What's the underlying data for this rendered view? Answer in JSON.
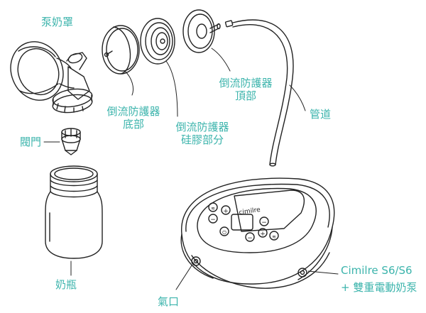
{
  "colors": {
    "label": "#3cb4ac",
    "line": "#222222"
  },
  "labels": {
    "flange": "泵奶罩",
    "backflow_bottom": [
      "倒流防護器",
      "底部"
    ],
    "backflow_silicone": [
      "倒流防護器",
      "硅膠部分"
    ],
    "backflow_top": [
      "倒流防護器",
      "頂部"
    ],
    "tubing": "管道",
    "valve": "閥門",
    "bottle": "奶瓶",
    "air_port": "氣口",
    "pump_model": [
      "Cimilre S6/S6",
      "+ 雙重電動奶泵"
    ]
  },
  "device": {
    "brand": "cimilre"
  }
}
